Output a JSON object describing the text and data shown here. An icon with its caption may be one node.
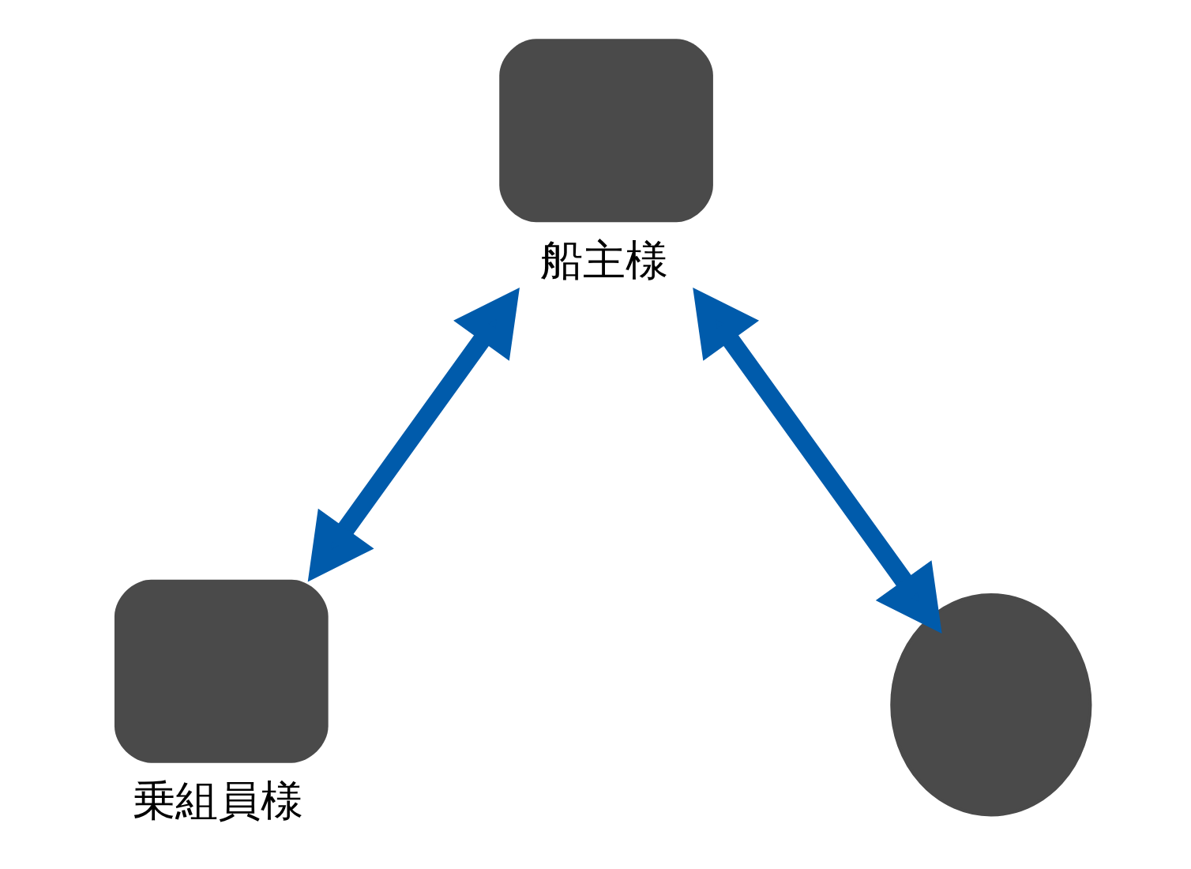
{
  "diagram": {
    "nodes": [
      {
        "text": [
          "船主様"
        ]
      },
      {
        "text": [
          "乗組員様"
        ]
      },
      {
        "text": [],
        "shape": "person"
      }
    ],
    "edges": [
      {
        "from": 0,
        "to": 1,
        "arrow": "both"
      },
      {
        "from": 0,
        "to": 2,
        "arrow": "both"
      }
    ]
  }
}
